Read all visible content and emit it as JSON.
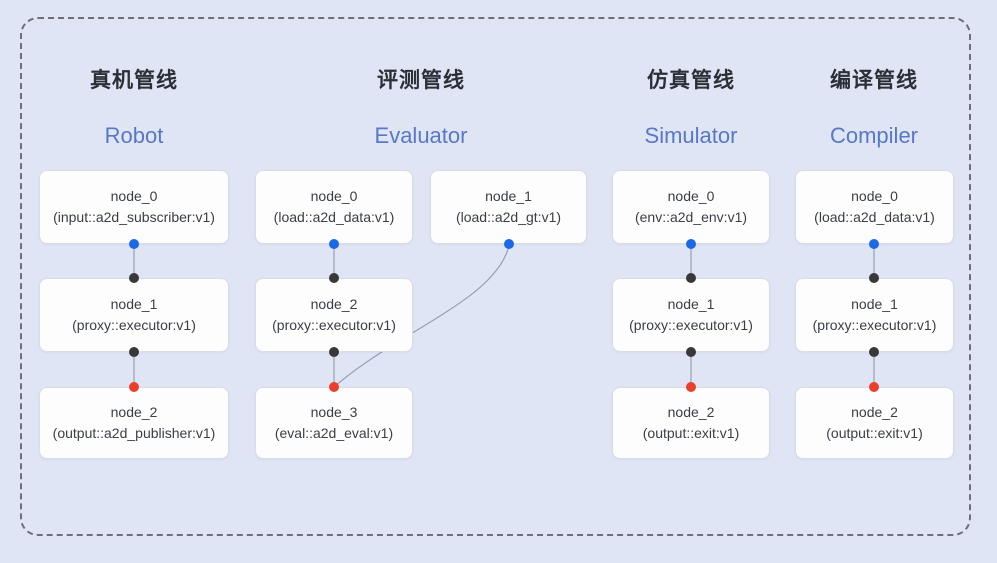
{
  "colors": {
    "background": "#dfe5f5",
    "node_fill": "#fdfdfe",
    "node_border": "#d9dce3",
    "dashed_border": "#6e7076",
    "edge_line": "#96a0b4",
    "title_zh": "#2b2f36",
    "title_en": "#5878c5",
    "node_text": "#3a3e45",
    "port_source": "#1c69e5",
    "port_executor": "#383838",
    "port_sink": "#ea3f2c"
  },
  "pipelines": [
    {
      "title_zh": "真机管线",
      "title_en": "Robot",
      "nodes": [
        {
          "name": "node_0",
          "impl": "(input::a2d_subscriber:v1)"
        },
        {
          "name": "node_1",
          "impl": "(proxy::executor:v1)"
        },
        {
          "name": "node_2",
          "impl": "(output::a2d_publisher:v1)"
        }
      ]
    },
    {
      "title_zh": "评测管线",
      "title_en": "Evaluator",
      "nodes": [
        {
          "name": "node_0",
          "impl": "(load::a2d_data:v1)"
        },
        {
          "name": "node_1",
          "impl": "(load::a2d_gt:v1)"
        },
        {
          "name": "node_2",
          "impl": "(proxy::executor:v1)"
        },
        {
          "name": "node_3",
          "impl": "(eval::a2d_eval:v1)"
        }
      ]
    },
    {
      "title_zh": "仿真管线",
      "title_en": "Simulator",
      "nodes": [
        {
          "name": "node_0",
          "impl": "(env::a2d_env:v1)"
        },
        {
          "name": "node_1",
          "impl": "(proxy::executor:v1)"
        },
        {
          "name": "node_2",
          "impl": "(output::exit:v1)"
        }
      ]
    },
    {
      "title_zh": "编译管线",
      "title_en": "Compiler",
      "nodes": [
        {
          "name": "node_0",
          "impl": "(load::a2d_data:v1)"
        },
        {
          "name": "node_1",
          "impl": "(proxy::executor:v1)"
        },
        {
          "name": "node_2",
          "impl": "(output::exit:v1)"
        }
      ]
    }
  ]
}
